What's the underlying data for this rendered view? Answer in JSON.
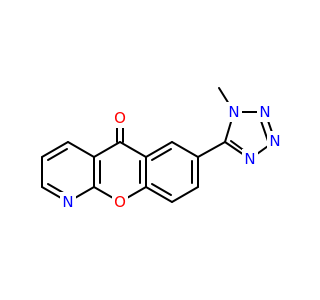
{
  "molecule": {
    "atoms": {
      "carbonyl_oxygen": {
        "label": "O",
        "color": "#ff0000"
      },
      "ring_oxygen": {
        "label": "O",
        "color": "#ff0000"
      },
      "pyridine_nitrogen": {
        "label": "N",
        "color": "#0000ff"
      },
      "tetrazole_n1": {
        "label": "N",
        "color": "#0000ff"
      },
      "tetrazole_n2": {
        "label": "N",
        "color": "#0000ff"
      },
      "tetrazole_n3": {
        "label": "N",
        "color": "#0000ff"
      },
      "tetrazole_n4": {
        "label": "N",
        "color": "#0000ff"
      }
    }
  }
}
